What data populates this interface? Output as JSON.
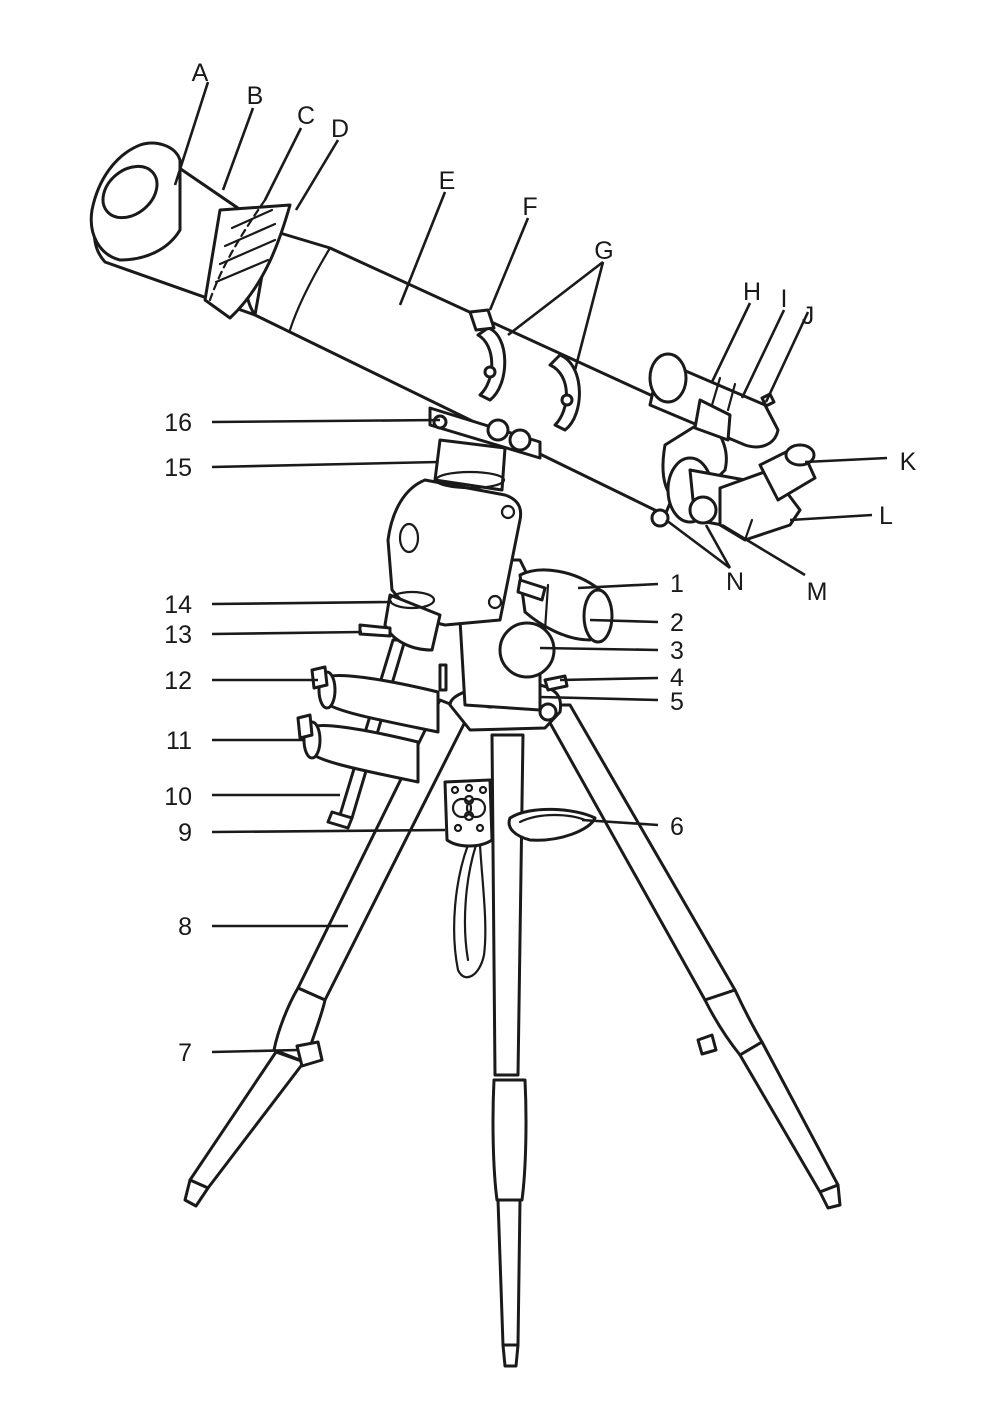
{
  "diagram": {
    "letter_labels": [
      "A",
      "B",
      "C",
      "D",
      "E",
      "F",
      "G",
      "H",
      "I",
      "J",
      "K",
      "L",
      "M",
      "N"
    ],
    "number_labels": [
      "1",
      "2",
      "3",
      "4",
      "5",
      "6",
      "7",
      "8",
      "9",
      "10",
      "11",
      "12",
      "13",
      "14",
      "15",
      "16"
    ]
  }
}
